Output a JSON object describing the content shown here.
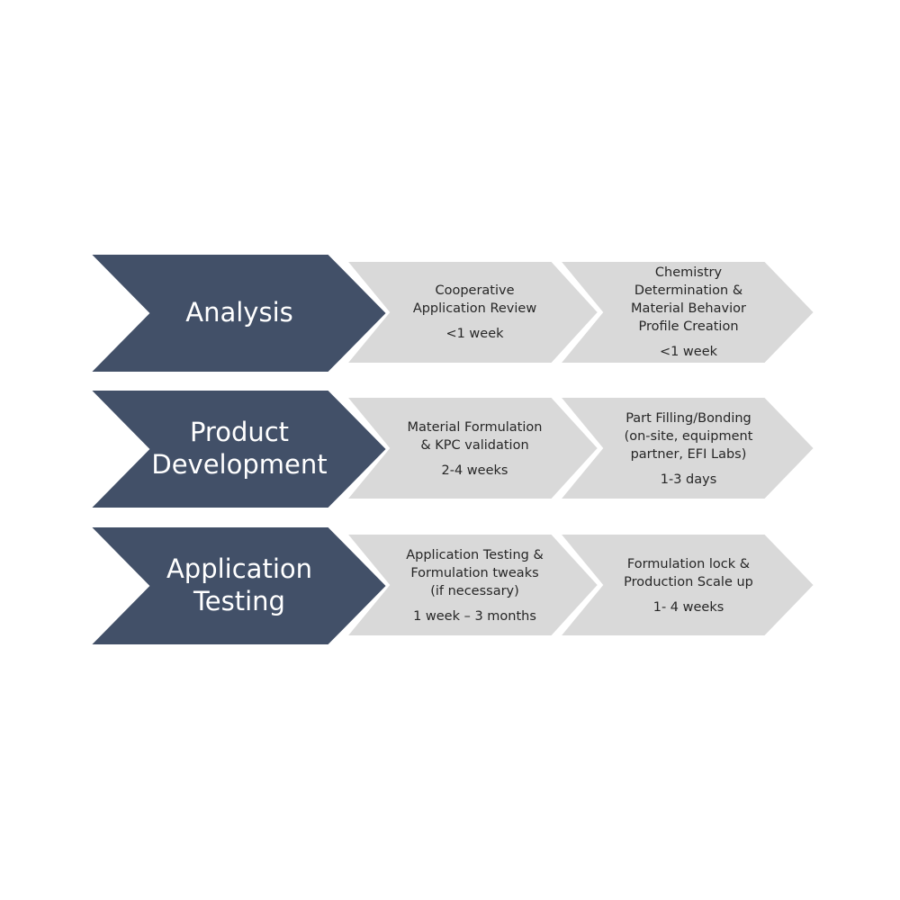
{
  "colors": {
    "stage_fill": "#425068",
    "step_fill": "#d9d9d9",
    "stage_text": "#ffffff",
    "step_text": "#262626",
    "background": "#ffffff"
  },
  "rows": [
    {
      "stage": "Analysis",
      "steps": [
        {
          "title": "Cooperative\nApplication Review",
          "duration": "<1 week"
        },
        {
          "title": "Chemistry\nDetermination &\nMaterial Behavior\nProfile Creation",
          "duration": "<1 week"
        }
      ]
    },
    {
      "stage": "Product\nDevelopment",
      "steps": [
        {
          "title": "Material Formulation\n& KPC validation",
          "duration": "2-4 weeks"
        },
        {
          "title": "Part Filling/Bonding\n(on-site, equipment\npartner, EFI Labs)",
          "duration": "1-3 days"
        }
      ]
    },
    {
      "stage": "Application\nTesting",
      "steps": [
        {
          "title": "Application Testing &\nFormulation tweaks\n(if necessary)",
          "duration": "1 week – 3 months"
        },
        {
          "title": "Formulation lock &\nProduction Scale up",
          "duration": "1-  4 weeks"
        }
      ]
    }
  ]
}
